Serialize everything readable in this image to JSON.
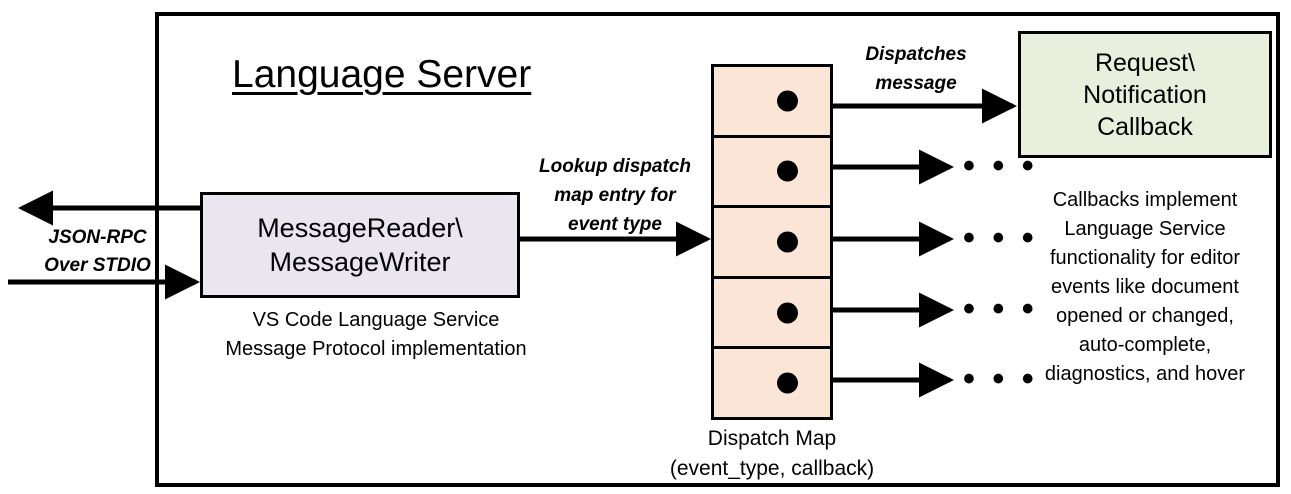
{
  "diagram": {
    "title": "Language Server",
    "outer_container_name": "Language Server"
  },
  "external_io": {
    "label_line1": "JSON-RPC",
    "label_line2": "Over STDIO",
    "outbound_arrow_name": "outbound-json-rpc-arrow",
    "inbound_arrow_name": "inbound-json-rpc-arrow"
  },
  "message_io_box": {
    "line1": "MessageReader\\",
    "line2": "MessageWriter",
    "fill": "#EAE6F0",
    "caption_line1": "VS Code Language Service",
    "caption_line2": "Message Protocol implementation"
  },
  "lookup_edge": {
    "label_line1": "Lookup dispatch",
    "label_line2": "map entry for",
    "label_line3": "event type"
  },
  "dispatch_map": {
    "fill": "#FBE5D6",
    "caption_line1": "Dispatch Map",
    "caption_line2": "(event_type, callback)",
    "rows": [
      {
        "index": 1,
        "dot": "entry-dot",
        "target": "callback-box"
      },
      {
        "index": 2,
        "dot": "entry-dot",
        "target": "ellipsis"
      },
      {
        "index": 3,
        "dot": "entry-dot",
        "target": "ellipsis"
      },
      {
        "index": 4,
        "dot": "entry-dot",
        "target": "ellipsis"
      },
      {
        "index": 5,
        "dot": "entry-dot",
        "target": "ellipsis"
      }
    ],
    "ellipsis_glyph": "• • •"
  },
  "dispatch_edge": {
    "label_line1": "Dispatches",
    "label_line2": "message"
  },
  "callback": {
    "line1": "Request\\",
    "line2": "Notification",
    "line3": "Callback",
    "fill": "#E8EFDD",
    "caption_line1": "Callbacks implement",
    "caption_line2": "Language Service",
    "caption_line3": "functionality for editor",
    "caption_line4": "events like document",
    "caption_line5": "opened or changed,",
    "caption_line6": "auto-complete,",
    "caption_line7": "diagnostics, and hover"
  },
  "colors": {
    "stroke": "#000000",
    "background": "#FFFFFF"
  }
}
